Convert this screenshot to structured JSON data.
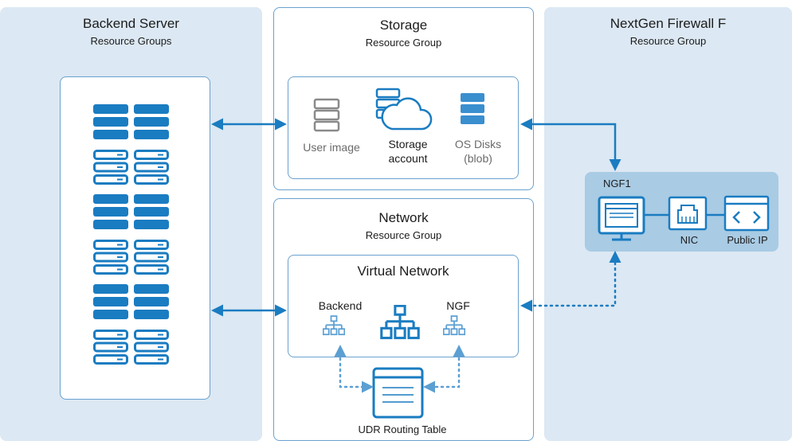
{
  "backend": {
    "title": "Backend Server",
    "subtitle": "Resource Groups"
  },
  "storage": {
    "title": "Storage",
    "subtitle": "Resource Group",
    "user_image": "User image",
    "storage_account_line1": "Storage",
    "storage_account_line2": "account",
    "os_disks_line1": "OS Disks",
    "os_disks_line2": "(blob)"
  },
  "network": {
    "title": "Network",
    "subtitle": "Resource Group",
    "vnet_title": "Virtual Network",
    "backend_label": "Backend",
    "ngf_label": "NGF",
    "udr_label": "UDR Routing Table"
  },
  "firewall": {
    "title": "NextGen Firewall F",
    "subtitle": "Resource Group",
    "ngf1_label": "NGF1",
    "nic_label": "NIC",
    "public_ip_label": "Public IP"
  },
  "colors": {
    "primary": "#1a7cc1",
    "light": "#5b9fd3",
    "panel": "#dce8f3",
    "ngf_panel": "#a9cbe4"
  }
}
